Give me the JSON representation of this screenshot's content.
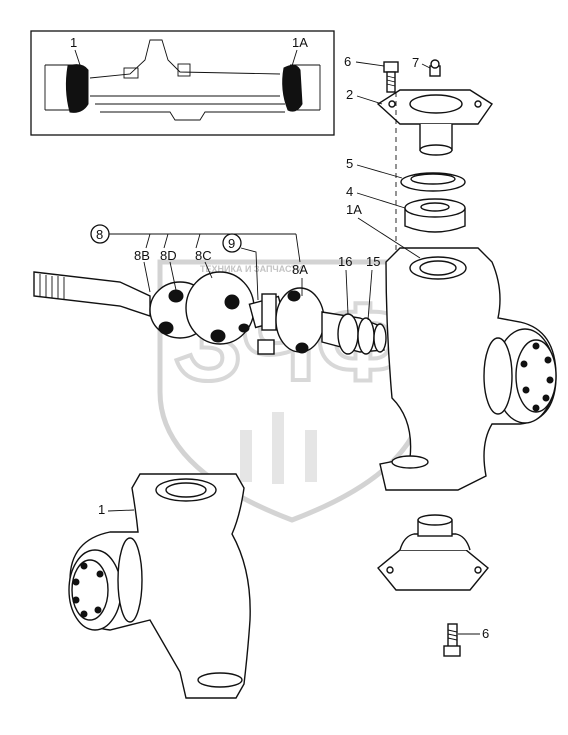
{
  "callouts": {
    "axle_left": "1",
    "axle_right": "1A",
    "bolt_top": "6",
    "grease": "7",
    "cap": "2",
    "seal": "5",
    "bearing": "4",
    "knuckle_right": "1A",
    "shaft_group": "8",
    "shaft_8b": "8B",
    "shaft_8d": "8D",
    "shaft_8c": "8C",
    "ujoint": "9",
    "shaft_8a": "8A",
    "spacer": "16",
    "ring": "15",
    "knuckle_left": "1",
    "bolt_bottom": "6"
  },
  "watermark": {
    "text": "ТЕХНИКА И ЗАПЧАСТИ",
    "logo": "ЗЧФ"
  },
  "colors": {
    "ink": "#111111",
    "watermark": "#cfcfcf"
  }
}
